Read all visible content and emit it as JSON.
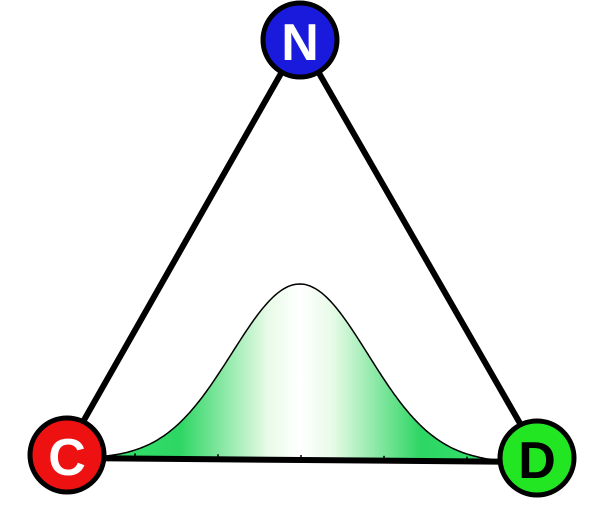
{
  "nodes": {
    "top": {
      "label": "N",
      "fill": "#1a1adc",
      "text_color": "#ffffff"
    },
    "left": {
      "label": "C",
      "fill": "#ee1111",
      "text_color": "#ffffff"
    },
    "right": {
      "label": "D",
      "fill": "#22e622",
      "text_color": "#000000"
    }
  },
  "colors": {
    "edge": "#000000",
    "curve_fill": "#34e26a",
    "curve_highlight": "#ffffff",
    "background": "#ffffff"
  },
  "baseline_ticks": 5
}
